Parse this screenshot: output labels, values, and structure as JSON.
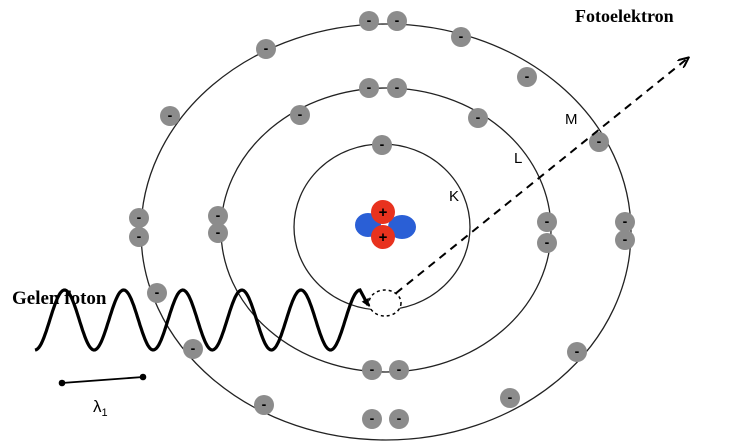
{
  "labels": {
    "photoelectron": "Fotoelektron",
    "incoming_photon": "Gelen foton",
    "shell_k": "K",
    "shell_l": "L",
    "shell_m": "M",
    "wavelength": "λ",
    "wavelength_sub": "1"
  },
  "symbols": {
    "electron": "-",
    "proton": "+"
  },
  "colors": {
    "electron": "#8c8c8c",
    "proton": "#e8321e",
    "neutron": "#2a5fd6",
    "orbit": "#222222",
    "photon": "#000000"
  }
}
